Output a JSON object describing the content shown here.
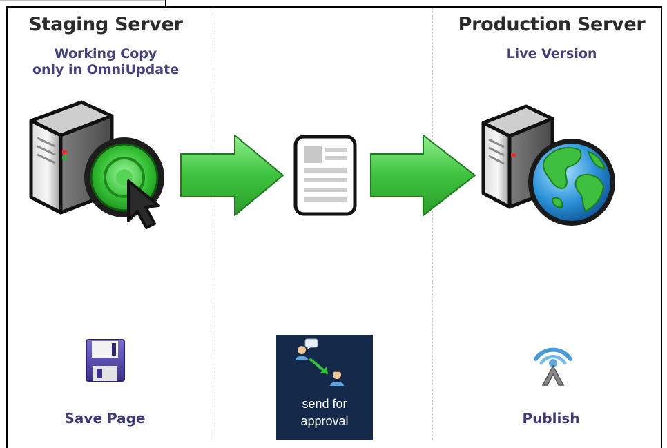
{
  "staging": {
    "title": "Staging Server",
    "subtitle_line1": "Working Copy",
    "subtitle_line2": "only in OmniUpdate",
    "action": "Save Page"
  },
  "production": {
    "title": "Production Server",
    "subtitle": "Live Version",
    "action": "Publish"
  },
  "approval": {
    "line1": "send for",
    "line2": "approval"
  },
  "icons": {
    "staging": "staging-server-cursor-icon",
    "document": "document-icon",
    "production": "production-server-globe-icon",
    "save": "floppy-disk-icon",
    "approval": "send-for-approval-icon",
    "publish": "publish-broadcast-icon",
    "arrows": "arrow-right-icon"
  },
  "colors": {
    "arrow_green": "#3ec23e",
    "label_purple": "#3f3b78",
    "approval_bg": "#152a4a"
  }
}
